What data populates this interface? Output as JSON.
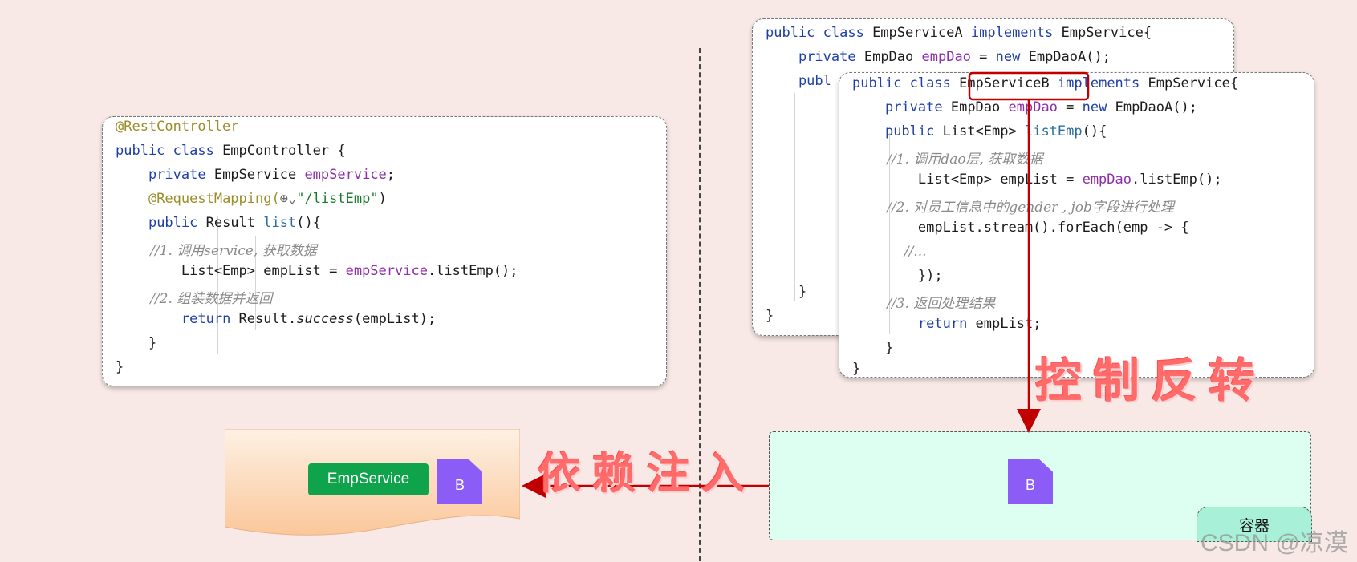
{
  "left_code": {
    "lines": [
      "@RestController",
      "public class EmpController {",
      "    private EmpService empService;",
      "    @RequestMapping(\"/listEmp\")",
      "    public Result list(){",
      "        //1. 调用service, 获取数据",
      "        List<Emp> empList = empService.listEmp();",
      "        //2. 组装数据并返回",
      "        return Result.success(empList);",
      "    }",
      "}"
    ]
  },
  "service_a_code": {
    "lines": [
      "public class EmpServiceA implements EmpService{",
      "    private EmpDao empDao = new EmpDaoA();",
      "    publ",
      "    }",
      "}"
    ]
  },
  "service_b_code": {
    "lines": [
      "public class EmpServiceB implements EmpService{",
      "    private EmpDao empDao = new EmpDaoA();",
      "    public List<Emp> listEmp(){",
      "        //1. 调用dao层, 获取数据",
      "        List<Emp> empList = empDao.listEmp();",
      "        //2. 对员工信息中的gender , job字段进行处理",
      "        empList.stream().forEach(emp -> {",
      "            //...",
      "        });",
      "        //3. 返回处理结果",
      "        return empList;",
      "    }",
      "}"
    ]
  },
  "labels": {
    "inversion_of_control": "控制反转",
    "dependency_injection": "依赖注入",
    "container": "容器",
    "emp_service_pill": "EmpService",
    "bean_letter": "B",
    "highlight_class": "EmpServiceB",
    "watermark": "CSDN @凉漠"
  },
  "colors": {
    "accent_red": "#c00000",
    "pill_green": "#0fa34b",
    "bean_purple": "#8b5cf6",
    "container_bg": "#dcfff2",
    "banner_bg": "#fde1c8"
  }
}
